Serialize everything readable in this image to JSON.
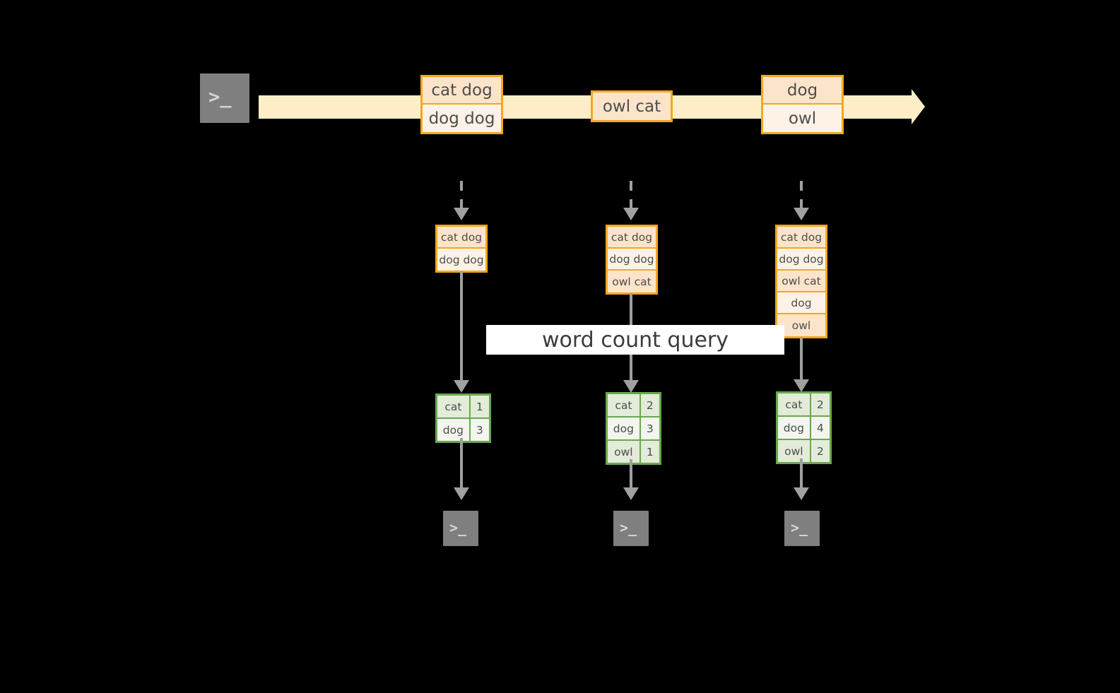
{
  "diagram": {
    "title_label": "word count query",
    "colors": {
      "background": "#000000",
      "record_border": "#f2a81d",
      "record_fill_dark": "#fce4cb",
      "record_fill_light": "#fdf2e5",
      "stream_arrow": "#fdeec7",
      "result_border": "#6aa84f",
      "result_fill_dark": "#e3ebd9",
      "result_fill_light": "#f2f6ee",
      "connector": "#a0a0a0",
      "terminal_body": "#7f7f7f",
      "band": "#ffffff",
      "text": "#4d4d4d"
    },
    "source": {
      "icon": "terminal-icon",
      "prompt_glyph": ">_"
    },
    "stream": {
      "arrow_icon": "stream-arrow-icon",
      "groups": [
        {
          "name": "stream-records-1",
          "rows": [
            "cat dog",
            "dog dog"
          ]
        },
        {
          "name": "stream-records-2",
          "rows": [
            "owl cat"
          ]
        },
        {
          "name": "stream-records-3",
          "rows": [
            "dog",
            "owl"
          ]
        }
      ]
    },
    "snapshots": [
      {
        "name": "snapshot-1",
        "rows": [
          "cat dog",
          "dog dog"
        ],
        "result": {
          "rows": [
            {
              "word": "cat",
              "count": "1"
            },
            {
              "word": "dog",
              "count": "3"
            }
          ]
        },
        "sink": {
          "icon": "terminal-icon",
          "prompt_glyph": ">_"
        }
      },
      {
        "name": "snapshot-2",
        "rows": [
          "cat dog",
          "dog dog",
          "owl cat"
        ],
        "result": {
          "rows": [
            {
              "word": "cat",
              "count": "2"
            },
            {
              "word": "dog",
              "count": "3"
            },
            {
              "word": "owl",
              "count": "1"
            }
          ]
        },
        "sink": {
          "icon": "terminal-icon",
          "prompt_glyph": ">_"
        }
      },
      {
        "name": "snapshot-3",
        "rows": [
          "cat dog",
          "dog dog",
          "owl cat",
          "dog",
          "owl"
        ],
        "result": {
          "rows": [
            {
              "word": "cat",
              "count": "2"
            },
            {
              "word": "dog",
              "count": "4"
            },
            {
              "word": "owl",
              "count": "2"
            }
          ]
        },
        "sink": {
          "icon": "terminal-icon",
          "prompt_glyph": ">_"
        }
      }
    ]
  }
}
